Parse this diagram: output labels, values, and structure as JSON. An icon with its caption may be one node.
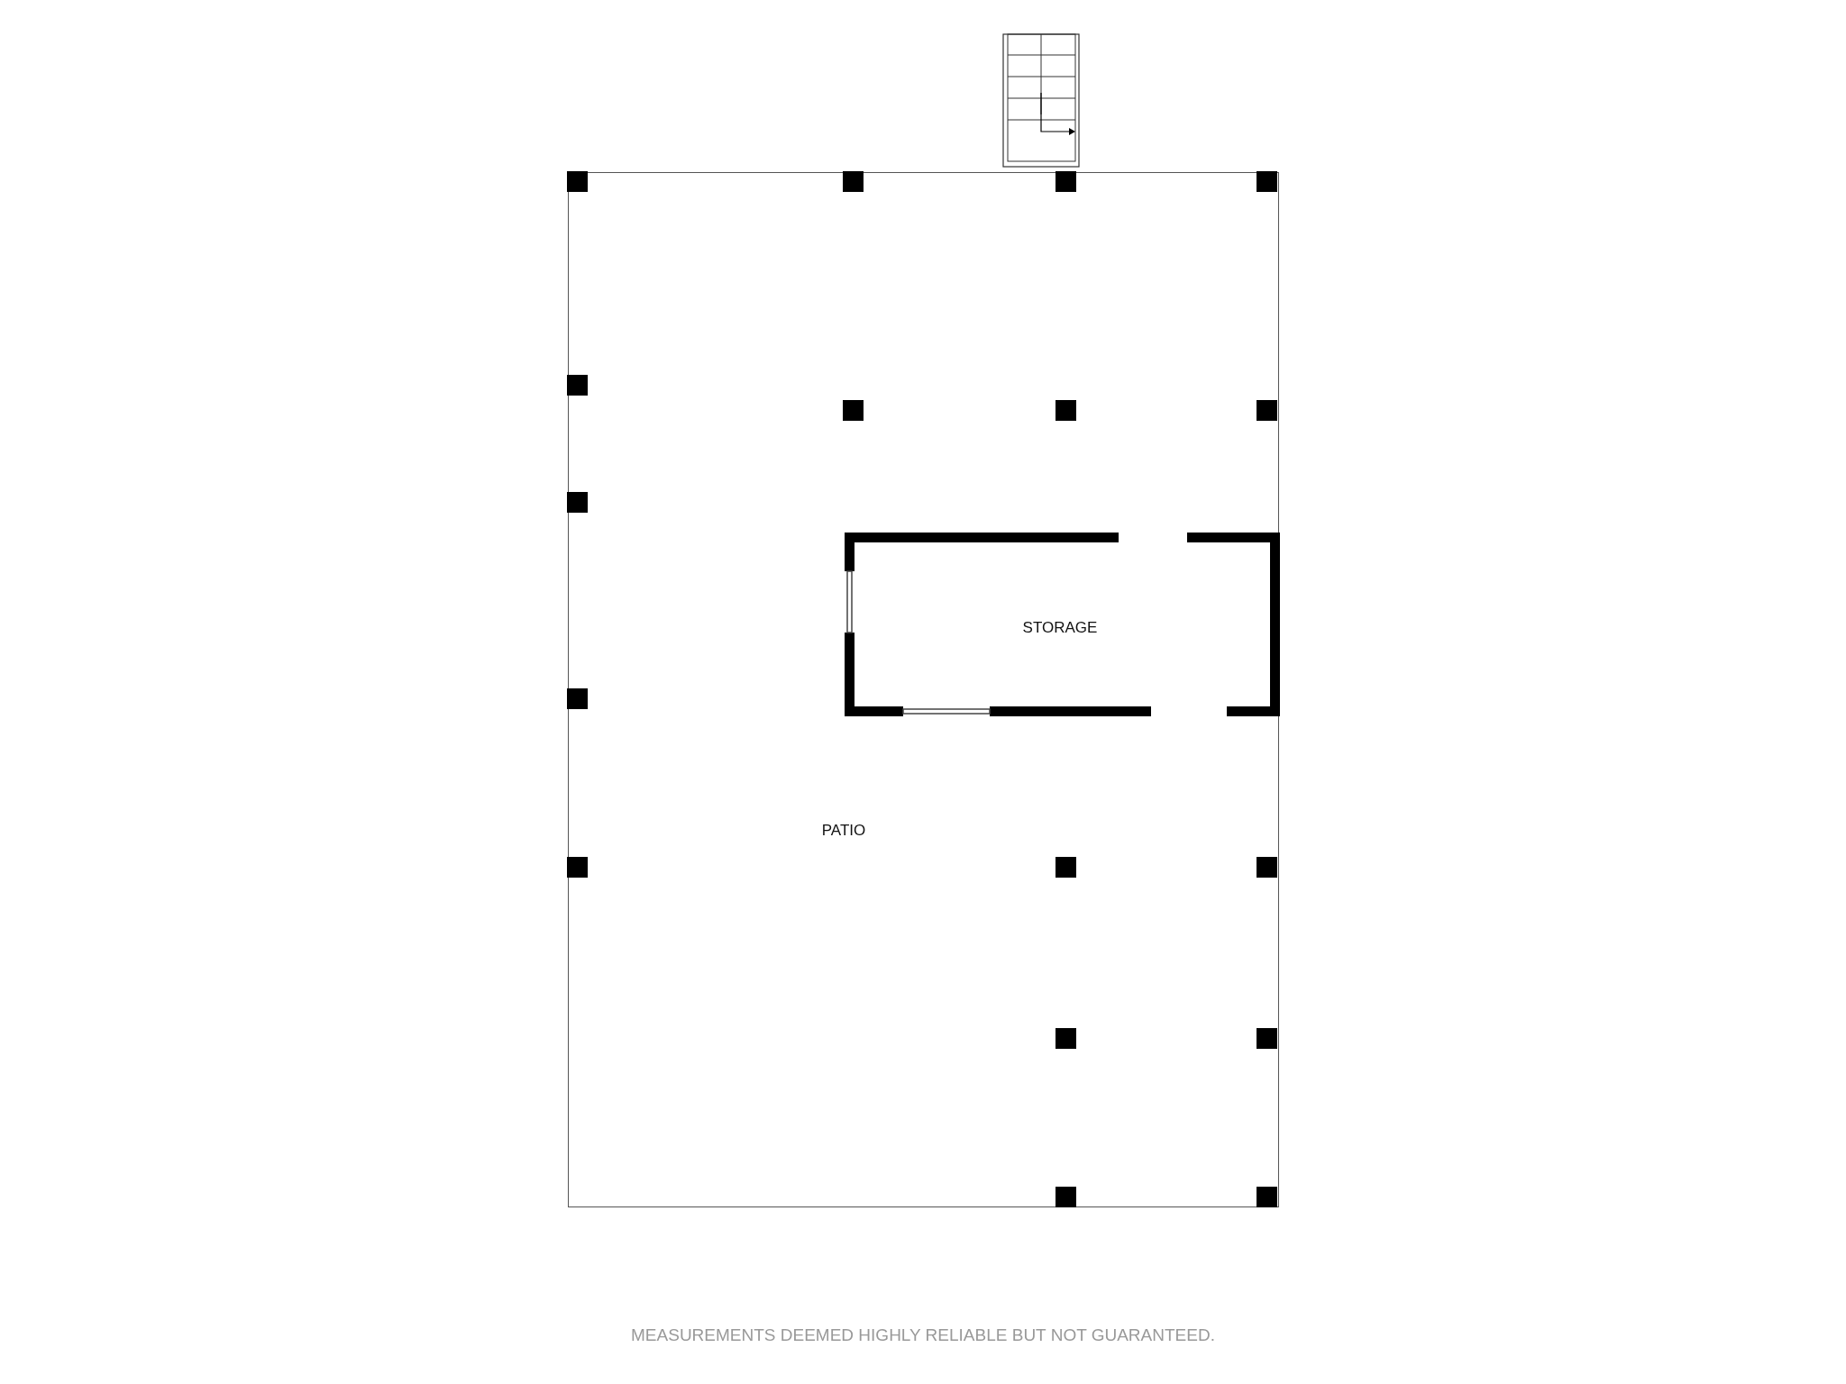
{
  "diagram": {
    "nodes": [
      {
        "text": [
          "PATIO"
        ]
      },
      {
        "text": [
          "STORAGE"
        ],
        "in": 0
      }
    ],
    "labels": [
      "MEASUREMENTS DEEMED HIGHLY RELIABLE BUT NOT GUARANTEED."
    ]
  }
}
